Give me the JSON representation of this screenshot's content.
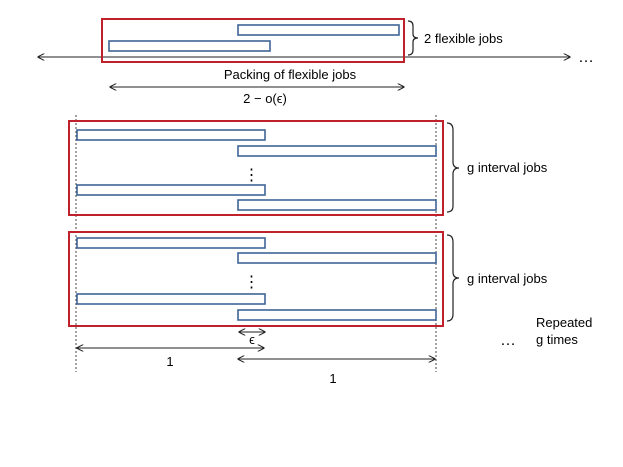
{
  "labels": {
    "flexible_group": "2 flexible jobs",
    "packing_caption": "Packing of flexible jobs",
    "packing_width": "2 − o(ϵ)",
    "interval_group_1": "g interval jobs",
    "interval_group_2": "g interval jobs",
    "epsilon": "ϵ",
    "unit_left": "1",
    "unit_right": "1",
    "repeated_line1": "Repeated",
    "repeated_line2": "g times",
    "ellipsis_top": "…",
    "ellipsis_bottom": "…",
    "vdots": "⋮"
  },
  "colors": {
    "frame": "#c0202a",
    "job_outline": "#3f6496"
  }
}
